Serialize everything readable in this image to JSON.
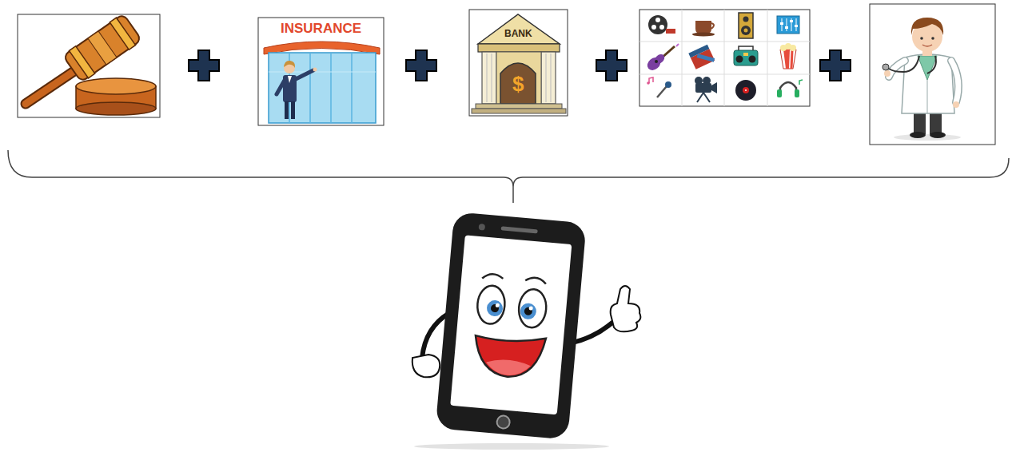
{
  "diagram": {
    "labels": [
      "INSURANCE",
      "BANK",
      "$"
    ]
  }
}
